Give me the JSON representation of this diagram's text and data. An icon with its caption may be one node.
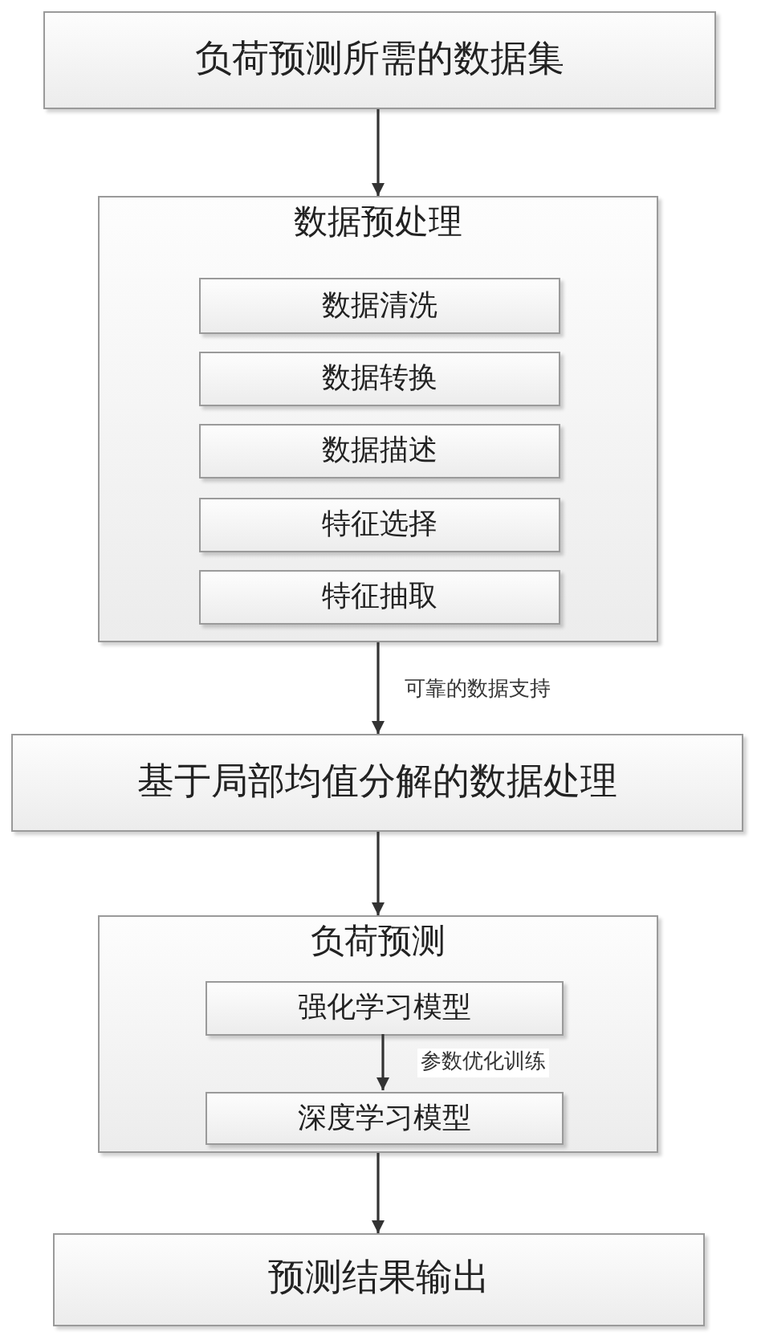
{
  "diagram": {
    "nodes": [
      {
        "text": [
          "负荷预测所需的数据集"
        ]
      },
      {
        "text": [
          "数据预处理"
        ]
      },
      {
        "text": [
          "数据清洗"
        ],
        "in": 1
      },
      {
        "text": [
          "数据转换"
        ],
        "in": 1
      },
      {
        "text": [
          "数据描述"
        ],
        "in": 1
      },
      {
        "text": [
          "特征选择"
        ],
        "in": 1
      },
      {
        "text": [
          "特征抽取"
        ],
        "in": 1
      },
      {
        "text": [
          "基于局部均值分解的数据处理"
        ]
      },
      {
        "text": [
          "负荷预测"
        ]
      },
      {
        "text": [
          "强化学习模型"
        ],
        "in": 8
      },
      {
        "text": [
          "深度学习模型"
        ],
        "in": 8
      },
      {
        "text": [
          "预测结果输出"
        ]
      }
    ],
    "edges": [
      {
        "from": 0,
        "to": 1,
        "arrow": "to"
      },
      {
        "from": 1,
        "to": 7,
        "arrow": "to",
        "label": "可靠的数据支持"
      },
      {
        "from": 7,
        "to": 8,
        "arrow": "to"
      },
      {
        "from": 9,
        "to": 10,
        "arrow": "to",
        "label": "参数优化训练"
      },
      {
        "from": 8,
        "to": 11,
        "arrow": "to"
      }
    ]
  }
}
